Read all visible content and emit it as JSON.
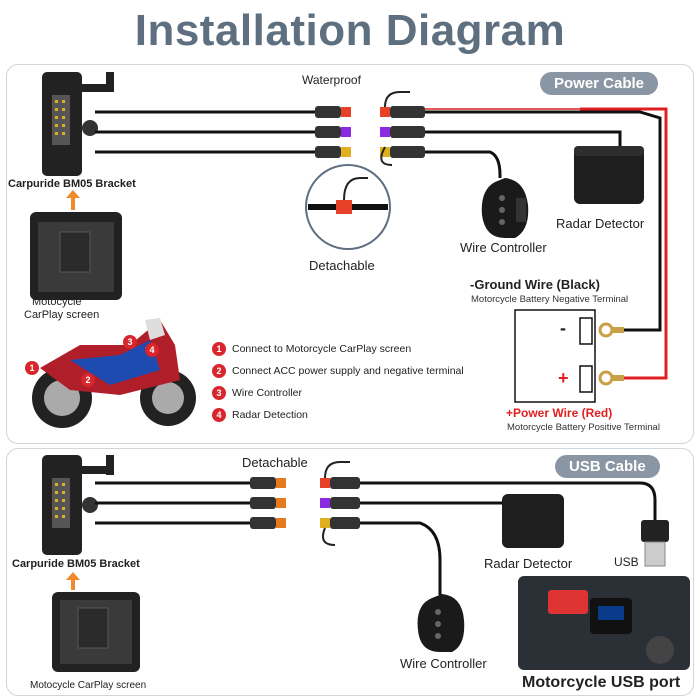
{
  "title": "Installation Diagram",
  "power_panel": {
    "badge": "Power Cable",
    "waterproof_label": "Waterproof",
    "bracket_label": "Carpuride BM05 Bracket",
    "screen_label_line1": "Motocycle",
    "screen_label_line2": "CarPlay screen",
    "detachable_label": "Detachable",
    "wire_controller_label": "Wire Controller",
    "radar_label": "Radar Detector",
    "ground_title": "-Ground Wire (Black)",
    "ground_sub": "Motorcycle Battery Negative Terminal",
    "power_title": "+Power Wire (Red)",
    "power_sub": "Motorcycle Battery Positive Terminal",
    "battery_minus": "-",
    "battery_plus": "+",
    "legend": [
      {
        "n": "1",
        "text": "Connect to Motorcycle CarPlay screen"
      },
      {
        "n": "2",
        "text": "Connect ACC power supply and negative terminal"
      },
      {
        "n": "3",
        "text": "Wire Controller"
      },
      {
        "n": "4",
        "text": "Radar Detection"
      }
    ],
    "bike_markers": [
      "1",
      "2",
      "3",
      "4"
    ]
  },
  "usb_panel": {
    "badge": "USB Cable",
    "detachable_label": "Detachable",
    "bracket_label": "Carpuride BM05 Bracket",
    "screen_label": "Motocycle CarPlay screen",
    "radar_label": "Radar Detector",
    "usb_label": "USB",
    "wire_controller_label": "Wire Controller",
    "usb_port_label": "Motorcycle USB port"
  },
  "colors": {
    "title": "#5e6f80",
    "badge": "#8a96a3",
    "red_wire": "#e02020",
    "black_wire": "#111111",
    "connector_red": "#e8412a",
    "connector_purple": "#8a2be2",
    "connector_yellow": "#e0b020",
    "connector_orange": "#e87a1e"
  }
}
